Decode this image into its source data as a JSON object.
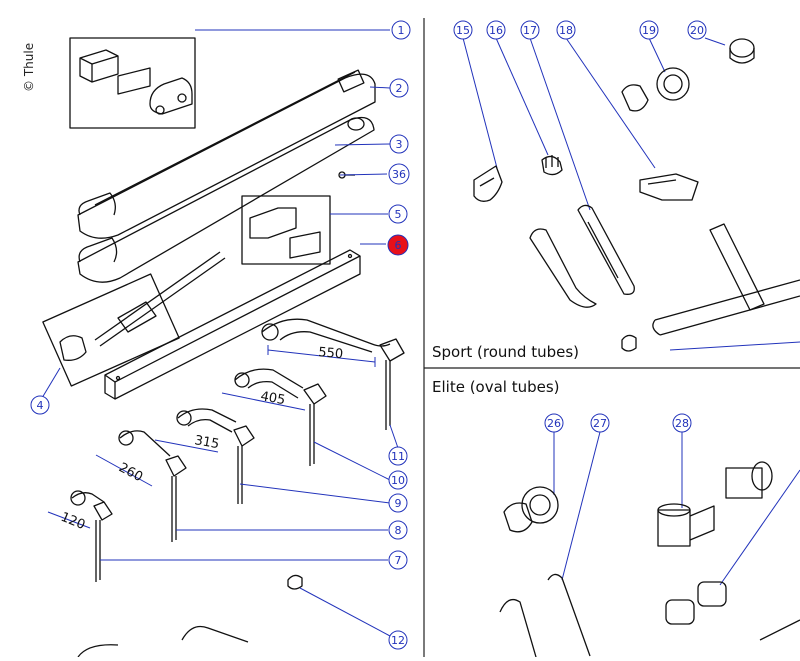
{
  "copyright": "© Thule",
  "sections": {
    "sport_label": "Sport (round tubes)",
    "elite_label": "Elite (oval tubes)"
  },
  "callouts": {
    "c1": "1",
    "c2": "2",
    "c3": "3",
    "c4": "4",
    "c5": "5",
    "c6": "6",
    "c7": "7",
    "c8": "8",
    "c9": "9",
    "c10": "10",
    "c11": "11",
    "c12": "12",
    "c15": "15",
    "c16": "16",
    "c17": "17",
    "c18": "18",
    "c19": "19",
    "c20": "20",
    "c26": "26",
    "c27": "27",
    "c28": "28",
    "c36": "36"
  },
  "dimensions": {
    "d550": "550",
    "d405": "405",
    "d315": "315",
    "d260": "260",
    "d120": "120"
  },
  "colors": {
    "callout": "#2233bb",
    "callout_highlight": "#e8101a",
    "line": "#111111",
    "divider": "#222222"
  }
}
